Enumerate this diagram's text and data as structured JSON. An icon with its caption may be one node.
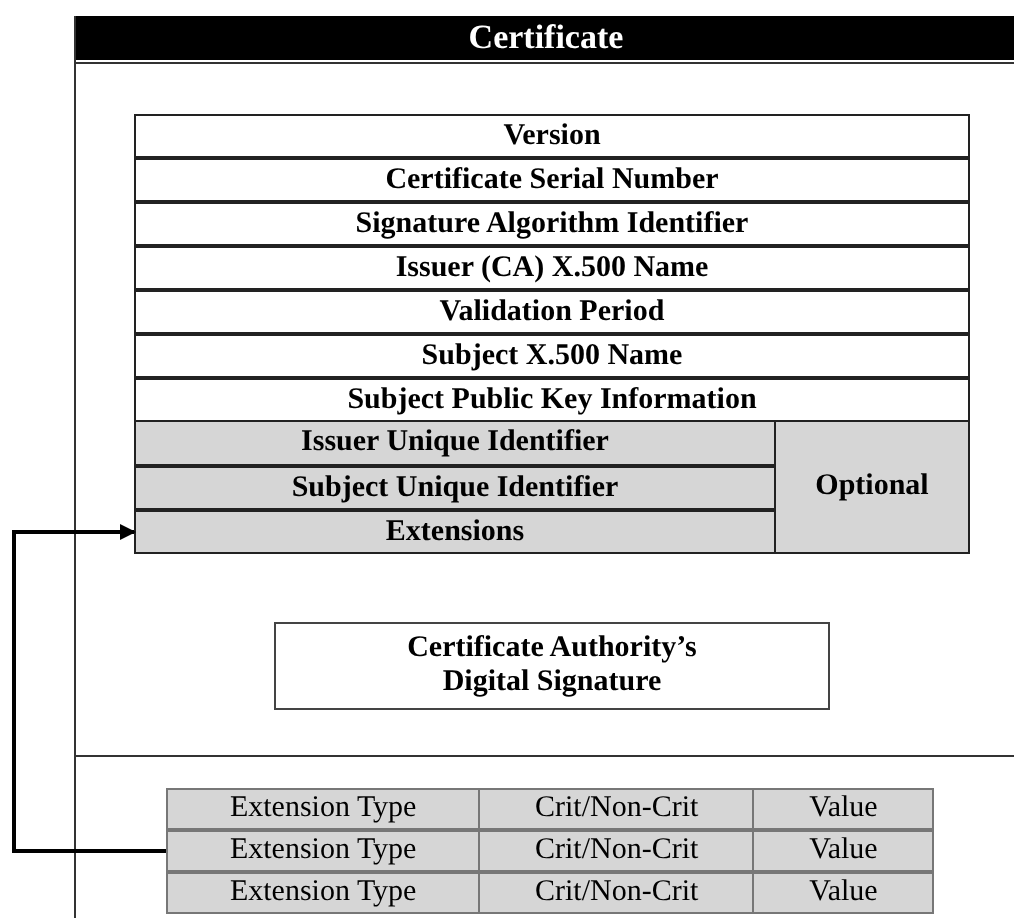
{
  "diagram": {
    "nodes": [
      {
        "text": [
          "Certificate"
        ]
      },
      {
        "text": [
          "Version"
        ],
        "in": 0
      },
      {
        "text": [
          "Certificate Serial Number"
        ],
        "in": 0
      },
      {
        "text": [
          "Signature Algorithm Identifier"
        ],
        "in": 0
      },
      {
        "text": [
          "Issuer (CA) X.500 Name"
        ],
        "in": 0
      },
      {
        "text": [
          "Validation Period"
        ],
        "in": 0
      },
      {
        "text": [
          "Subject X.500 Name"
        ],
        "in": 0
      },
      {
        "text": [
          "Subject Public Key Information"
        ],
        "in": 0
      },
      {
        "text": [
          "Issuer Unique Identifier"
        ],
        "in": 0
      },
      {
        "text": [
          "Subject Unique Identifier"
        ],
        "in": 0
      },
      {
        "text": [
          "Extensions"
        ],
        "in": 0
      },
      {
        "text": [
          "Optional"
        ],
        "in": 0
      },
      {
        "text": [
          "Certificate Authority’s Digital Signature"
        ],
        "in": 0
      },
      {
        "text": [
          "Extension Type",
          "Crit/Non-Crit",
          "Value"
        ],
        "in": 0
      },
      {
        "text": [
          "Extension Type",
          "Crit/Non-Crit",
          "Value"
        ],
        "in": 0
      },
      {
        "text": [
          "Extension Type",
          "Crit/Non-Crit",
          "Value"
        ],
        "in": 0
      }
    ],
    "edges": [
      {
        "from": 14,
        "to": 10,
        "arrow": "to"
      }
    ]
  }
}
